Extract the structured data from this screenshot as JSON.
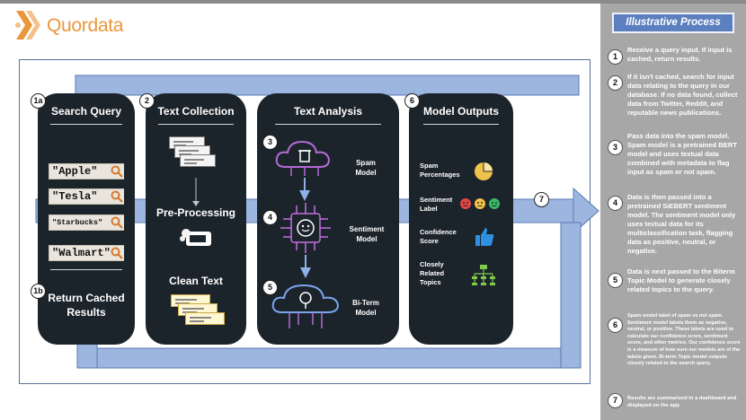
{
  "brand": {
    "name": "Quordata",
    "accent": "#e9973a"
  },
  "colors": {
    "card": "#1c242b",
    "flow": "#9cb6e0",
    "flow_stroke": "#5b79b3",
    "panel": "#a7a7a7",
    "panel_title": "#5c7fbf"
  },
  "search_query": {
    "step": "1a",
    "title": "Search Query",
    "queries": [
      "\"Apple\"",
      "\"Tesla\"",
      "\"Starbucks\"",
      "\"Walmart\""
    ],
    "cached_step": "1b",
    "cached_line1": "Return Cached",
    "cached_line2": "Results"
  },
  "text_collection": {
    "step": "2",
    "title": "Text Collection",
    "preprocessing": "Pre-Processing",
    "clean_text": "Clean Text"
  },
  "text_analysis": {
    "title": "Text Analysis",
    "models": [
      {
        "step": "3",
        "line1": "Spam",
        "line2": "Model",
        "icon": "cloud-trash-icon"
      },
      {
        "step": "4",
        "line1": "Sentiment",
        "line2": "Model",
        "icon": "chip-face-icon"
      },
      {
        "step": "5",
        "line1": "Bi-Term",
        "line2": "Model",
        "icon": "cloud-idea-icon"
      }
    ]
  },
  "model_outputs": {
    "step": "6",
    "title": "Model Outputs",
    "outputs": [
      {
        "line1": "Spam",
        "line2": "Percentages",
        "icon": "pie-chart-icon"
      },
      {
        "line1": "Sentiment",
        "line2": "Label",
        "icon": "emoji-faces-icon"
      },
      {
        "line1": "Confidence",
        "line2": "Score",
        "icon": "thumbs-up-icon"
      },
      {
        "line1": "Closely",
        "line2": "Related",
        "line3": "Topics",
        "icon": "topic-tree-icon"
      }
    ]
  },
  "dashboard_step": "7",
  "panel": {
    "title": "Illustrative Process",
    "steps": [
      {
        "num": "1",
        "text": "Receive a query input. If input is cached, return results."
      },
      {
        "num": "2",
        "text": "If it isn't cached, search for input data relating to the query in our database. If no data found, collect data from Twitter, Reddit, and reputable news publications."
      },
      {
        "num": "3",
        "text": "Pass data into the spam model. Spam model is a pretrained BERT model and uses textual data combined with metadata to flag input as spam or not spam."
      },
      {
        "num": "4",
        "text": "Data is then passed into a pretrained SiEBERT sentiment model. The sentiment model only uses textual data for its multiclassification task, flagging data as positive, neutral, or negative."
      },
      {
        "num": "5",
        "text": "Data is next passed to the Biterm Topic Model to generate closely related topics to the query."
      },
      {
        "num": "6",
        "text": "Spam model label of spam vs not spam. Sentiment model labels them as negative, neutral, or positive. These labels are used to calculate our confidence score, sentiment score, and other metrics. Our confidence score is a measure of how sure our models are of the labels given. Bi-term Topic model outputs closely related to the search query."
      },
      {
        "num": "7",
        "text": "Results are summarized in a dashboard and displayed on the app."
      }
    ]
  }
}
